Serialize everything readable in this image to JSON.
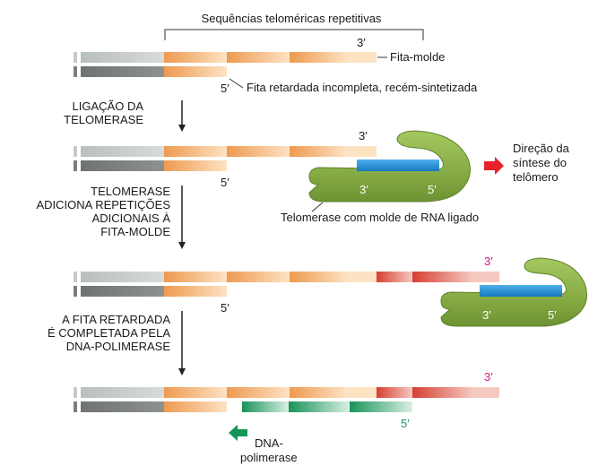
{
  "header": {
    "top_label": "Sequências teloméricas repetitivas"
  },
  "labels": {
    "template_strand": "Fita-molde",
    "lagging_strand": "Fita retardada incompleta, recém-sintetizada",
    "direction_line1": "Direção da",
    "direction_line2": "síntese do",
    "direction_line3": "telômero",
    "telomerase_label": "Telomerase com molde de RNA ligado",
    "polymerase_line1": "DNA-",
    "polymerase_line2": "polimerase"
  },
  "steps": {
    "step1_line1": "LIGAÇÃO DA",
    "step1_line2": "TELOMERASE",
    "step2_line1": "TELOMERASE",
    "step2_line2": "ADICIONA REPETIÇÕES",
    "step2_line3": "ADICIONAIS À",
    "step2_line4": "FITA-MOLDE",
    "step3_line1": "A FITA RETARDADA",
    "step3_line2": "É COMPLETADA PELA",
    "step3_line3": "DNA-POLIMERASE"
  },
  "ends": {
    "three_prime": "3′",
    "five_prime": "5′"
  },
  "colors": {
    "orange_repeat": "#f0a35a",
    "red_repeat": "#d9473a",
    "green_new": "#1f9a5a",
    "magenta_end": "#e0127a",
    "green_end": "#13955a",
    "telomerase": "#8eb34a",
    "rna_template": "#1f8fd6",
    "arrow_red": "#e8202a"
  }
}
